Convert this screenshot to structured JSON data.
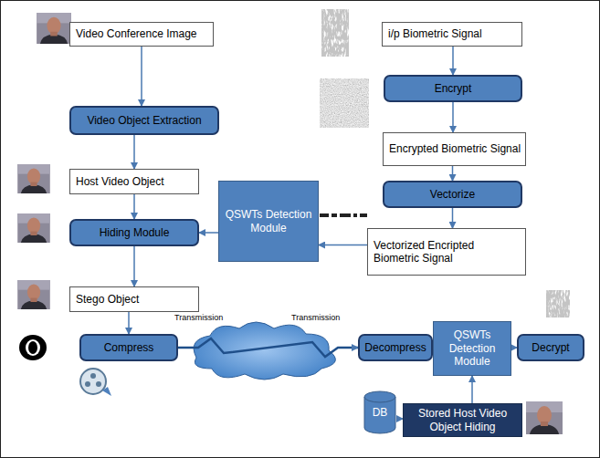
{
  "diagram": {
    "nodes": [
      {
        "text": [
          "Video  Conference Image"
        ]
      },
      {
        "text": [
          "Video Object Extraction"
        ]
      },
      {
        "text": [
          "i/p Biometric Signal"
        ]
      },
      {
        "text": [
          "Encrypt"
        ]
      },
      {
        "text": [
          "Host Video Object"
        ]
      },
      {
        "text": [
          "Encrypted Biometric Signal"
        ]
      },
      {
        "text": [
          "Vectorize"
        ]
      },
      {
        "text": [
          "QSWTs Detection Module"
        ]
      },
      {
        "text": [
          "Hiding Module"
        ]
      },
      {
        "text": [
          "Vectorized Encripted Biometric Signal"
        ]
      },
      {
        "text": [
          "Stego Object"
        ]
      },
      {
        "text": [
          "Compress"
        ]
      },
      {
        "text": [
          "Decompress"
        ]
      },
      {
        "text": [
          "QSWTs Detection Module"
        ]
      },
      {
        "text": [
          "Decrypt"
        ]
      },
      {
        "text": [
          "DB"
        ]
      },
      {
        "text": [
          "Stored Host Video Object Hiding"
        ]
      }
    ],
    "edges": [
      {
        "from": 0,
        "to": 1,
        "arrow": "to"
      },
      {
        "from": 2,
        "to": 3,
        "arrow": "to"
      },
      {
        "from": 1,
        "to": 4,
        "arrow": "to"
      },
      {
        "from": 3,
        "to": 5,
        "arrow": "to"
      },
      {
        "from": 5,
        "to": 6,
        "arrow": "to"
      },
      {
        "from": 6,
        "to": 9,
        "arrow": "to"
      },
      {
        "from": 9,
        "to": 7,
        "arrow": "to"
      },
      {
        "from": 7,
        "to": 8,
        "arrow": "to"
      },
      {
        "from": 4,
        "to": 8,
        "arrow": "to"
      },
      {
        "from": 8,
        "to": 10,
        "arrow": "to"
      },
      {
        "from": 10,
        "to": 11,
        "arrow": "to"
      },
      {
        "from": 11,
        "to": 12,
        "arrow": "to"
      },
      {
        "from": 12,
        "to": 13,
        "arrow": "to"
      },
      {
        "from": 13,
        "to": 14,
        "arrow": "to"
      },
      {
        "from": 15,
        "to": 16,
        "arrow": "to"
      },
      {
        "from": 16,
        "to": 13,
        "arrow": "to"
      }
    ],
    "labels": [
      "Transmission",
      "Transmission"
    ]
  }
}
